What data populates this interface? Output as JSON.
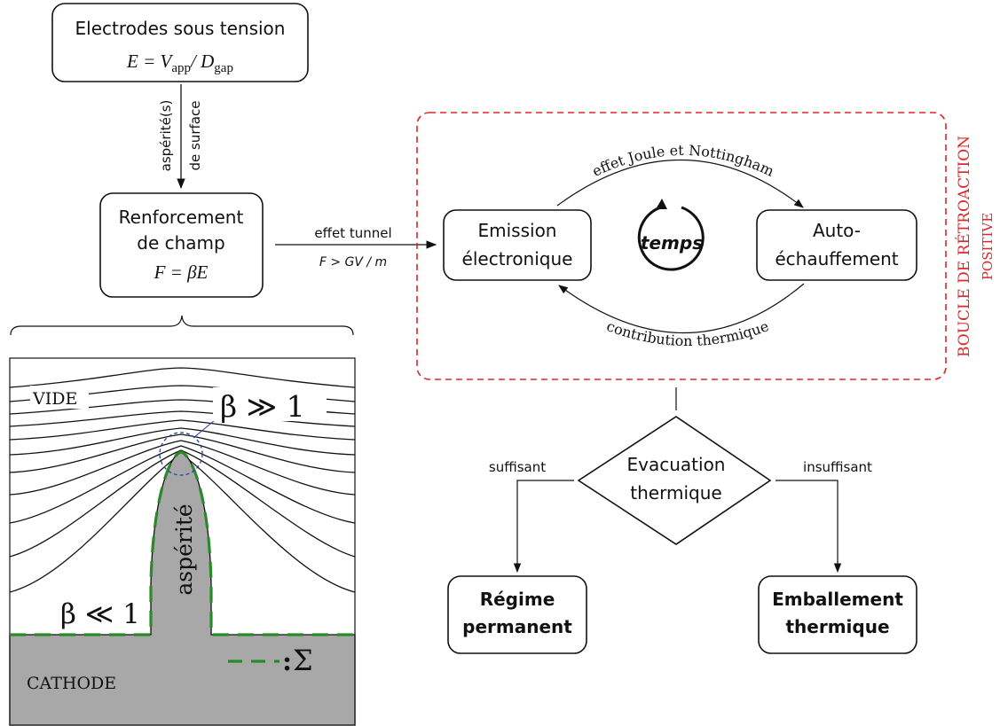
{
  "boxes": {
    "electrodes": {
      "line1": "Electrodes sous tension",
      "eq_lhs": "E = V",
      "eq_sub1": "app",
      "eq_mid": "/ D",
      "eq_sub2": "gap"
    },
    "renforcement": {
      "line1": "Renforcement",
      "line2": "de champ",
      "eq": "F = βE"
    },
    "emission": {
      "line1": "Emission",
      "line2": "électronique"
    },
    "auto": {
      "line1": "Auto-",
      "line2": "échauffement"
    },
    "evacuation": {
      "line1": "Evacuation",
      "line2": "thermique"
    },
    "regime": {
      "line1": "Régime",
      "line2": "permanent"
    },
    "emballement": {
      "line1": "Emballement",
      "line2": "thermique"
    }
  },
  "arrows": {
    "asperite_left": "aspérité(s)",
    "asperite_right": "de surface",
    "tunnel_top": "effet tunnel",
    "tunnel_bottom": "F > GV / m",
    "joule": "effet Joule et Nottingham",
    "contribution": "contribution thermique",
    "suffisant": "suffisant",
    "insuffisant": "insuffisant"
  },
  "loop": {
    "center": "temps",
    "side_line1": "BOUCLE DE RÉTROACTION",
    "side_line2": "POSITIVE"
  },
  "figure": {
    "vide": "VIDE",
    "beta_high": "β ≫ 1",
    "beta_low": "β ≪ 1",
    "asperite": "aspérité",
    "cathode": "CATHODE",
    "sigma_colon": ":",
    "sigma": "Σ"
  },
  "colors": {
    "loop_border": "#d8282a",
    "sigma_line": "#2a8a2a",
    "cathode_fill": "#a8a8a8",
    "tip_circle": "#2b3f9e"
  }
}
